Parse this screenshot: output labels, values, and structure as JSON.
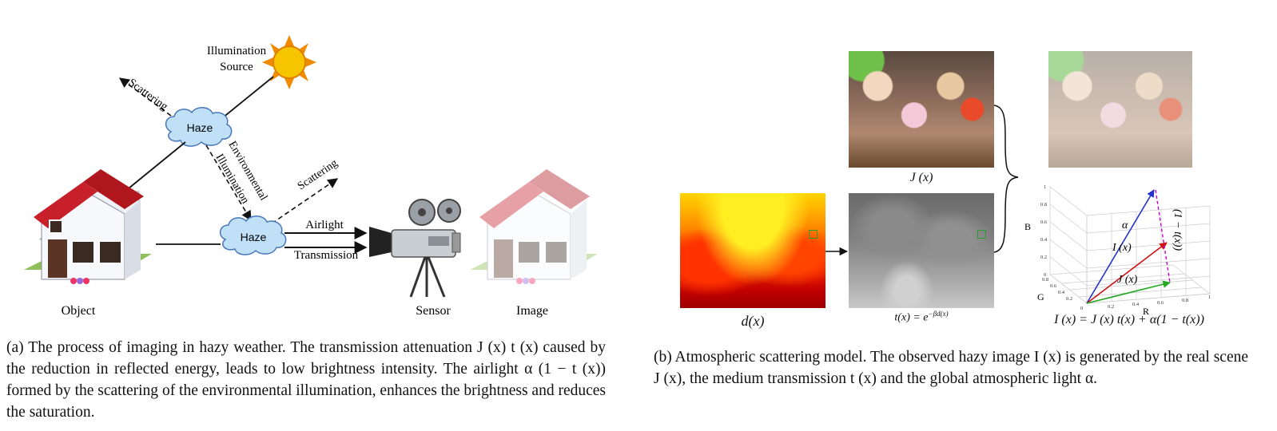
{
  "panel_a": {
    "labels": {
      "illumination_1": "Illumination",
      "illumination_2": "Source",
      "scattering_top": "Scattering",
      "haze_top": "Haze",
      "env_1": "Environmental",
      "env_2": "Illumination",
      "scattering_right": "Scattering",
      "haze_bottom": "Haze",
      "airlight": "Airlight",
      "transmission": "Transmission",
      "object": "Object",
      "sensor": "Sensor",
      "image": "Image"
    },
    "caption": "(a) The process of imaging in hazy weather. The transmission attenuation J (x) t (x) caused by the reduction in reflected energy, leads to low brightness intensity. The airlight α (1 − t (x)) formed by the scattering of the environmental illumination, enhances the brightness and reduces the saturation."
  },
  "panel_b": {
    "labels": {
      "jx": "J (x)",
      "dx": "d(x)",
      "tx": "t(x) = e^{−βd(x)}",
      "tx_main": "t(x) = e",
      "tx_exp": "−βd(x)",
      "alpha": "α",
      "ix": "I (x)",
      "jx_vec": "J (x)",
      "one_minus_t": "(1 − t(x))",
      "axis_b": "B",
      "axis_g": "G",
      "axis_r": "R",
      "equation": "I (x) = J (x) t(x) + α(1 − t(x))",
      "ticks_b": [
        "1",
        "0.8",
        "0.6",
        "0.4",
        "0.2",
        "0"
      ],
      "ticks_g": [
        "0.8",
        "0.6",
        "0.4",
        "0.2",
        "0"
      ],
      "ticks_r": [
        "0.2",
        "0.4",
        "0.6",
        "0.8",
        "1"
      ]
    },
    "caption": "(b) Atmospheric scattering model. The observed hazy image I (x) is generated by the real scene J (x), the medium transmission t (x) and the global atmospheric light α."
  },
  "colors": {
    "haze_fill": "#bfe0f7",
    "roof": "#c8202a",
    "sun": "#f4b400",
    "depth_hot": "#ff2200",
    "vector_alpha": "#2233cc",
    "vector_i": "#cc1111",
    "vector_j": "#22aa22",
    "vector_dashed": "#cc00cc"
  }
}
